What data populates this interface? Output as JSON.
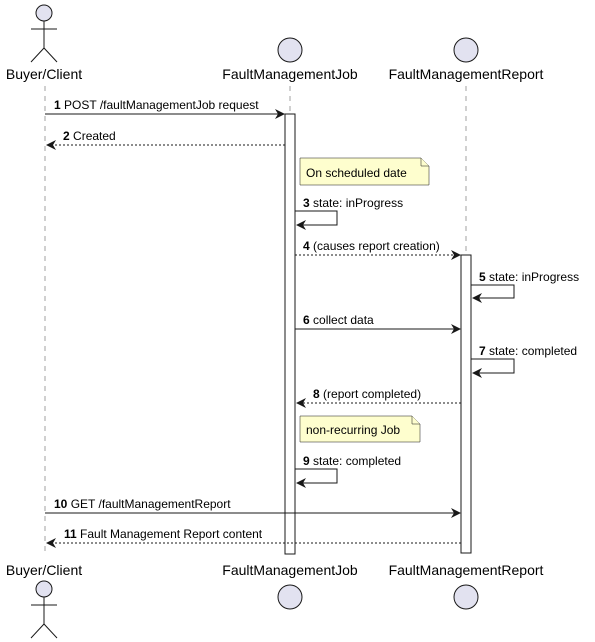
{
  "participants": [
    {
      "id": "client",
      "label": "Buyer/Client",
      "kind": "actor"
    },
    {
      "id": "job",
      "label": "FaultManagementJob",
      "kind": "entity"
    },
    {
      "id": "report",
      "label": "FaultManagementReport",
      "kind": "entity"
    }
  ],
  "messages": [
    {
      "num": "1",
      "text": "POST /faultManagementJob request",
      "from": "client",
      "to": "job",
      "style": "solid"
    },
    {
      "num": "2",
      "text": "Created",
      "from": "job",
      "to": "client",
      "style": "dashed"
    },
    {
      "num": "3",
      "text": "state: inProgress",
      "from": "job",
      "to": "job",
      "style": "self"
    },
    {
      "num": "4",
      "text": "(causes report creation)",
      "from": "job",
      "to": "report",
      "style": "dashed"
    },
    {
      "num": "5",
      "text": "state: inProgress",
      "from": "report",
      "to": "report",
      "style": "self"
    },
    {
      "num": "6",
      "text": "collect data",
      "from": "job",
      "to": "report",
      "style": "solid"
    },
    {
      "num": "7",
      "text": "state: completed",
      "from": "report",
      "to": "report",
      "style": "self"
    },
    {
      "num": "8",
      "text": "(report completed)",
      "from": "report",
      "to": "job",
      "style": "dashed"
    },
    {
      "num": "9",
      "text": "state: completed",
      "from": "job",
      "to": "job",
      "style": "self"
    },
    {
      "num": "10",
      "text": "GET /faultManagementReport",
      "from": "client",
      "to": "report",
      "style": "solid"
    },
    {
      "num": "11",
      "text": "Fault Management Report content",
      "from": "report",
      "to": "client",
      "style": "dashed"
    }
  ],
  "notes": [
    {
      "text": "On scheduled date"
    },
    {
      "text": "non-recurring Job"
    }
  ],
  "colors": {
    "participant_fill": "#e2e2f0",
    "note_fill": "#fefece",
    "line": "#181818",
    "lifeline": "#a0a0a0"
  }
}
